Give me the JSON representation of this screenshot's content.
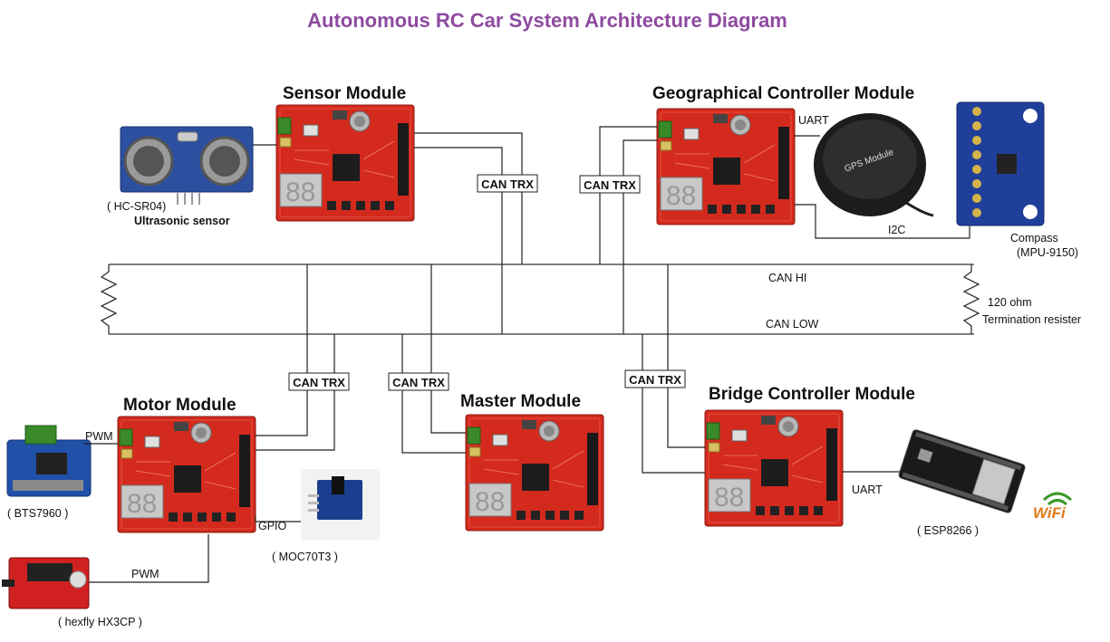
{
  "title": "Autonomous RC Car System Architecture Diagram",
  "colors": {
    "title": "#8e4aa0",
    "board": "#d42a1e",
    "board_dark": "#9c1c12",
    "bus": "#333333",
    "display": "#c8c8c8"
  },
  "modules": {
    "sensor": "Sensor Module",
    "geo": "Geographical Controller Module",
    "motor": "Motor Module",
    "master": "Master Module",
    "bridge": "Bridge Controller Module"
  },
  "bus": {
    "can_hi": "CAN HI",
    "can_low": "CAN LOW",
    "termination_line1": "120 ohm",
    "termination_line2": "Termination resister"
  },
  "trx_label": "CAN TRX",
  "peripherals": {
    "ultrasonic_model": "( HC-SR04)",
    "ultrasonic_name": "Ultrasonic sensor",
    "compass_line1": "Compass",
    "compass_line2": "(MPU-9150)",
    "gps_text": "GPS Module",
    "motor_driver": "( BTS7960 )",
    "servo": "( hexfly HX3CP )",
    "speed_sensor": "( MOC70T3 )",
    "wifi_module": "( ESP8266 )",
    "wifi_logo": "WiFi"
  },
  "signals": {
    "uart_geo": "UART",
    "i2c": "I2C",
    "pwm_driver": "PWM",
    "pwm_servo": "PWM",
    "gpio": "GPIO",
    "uart_bridge": "UART"
  }
}
